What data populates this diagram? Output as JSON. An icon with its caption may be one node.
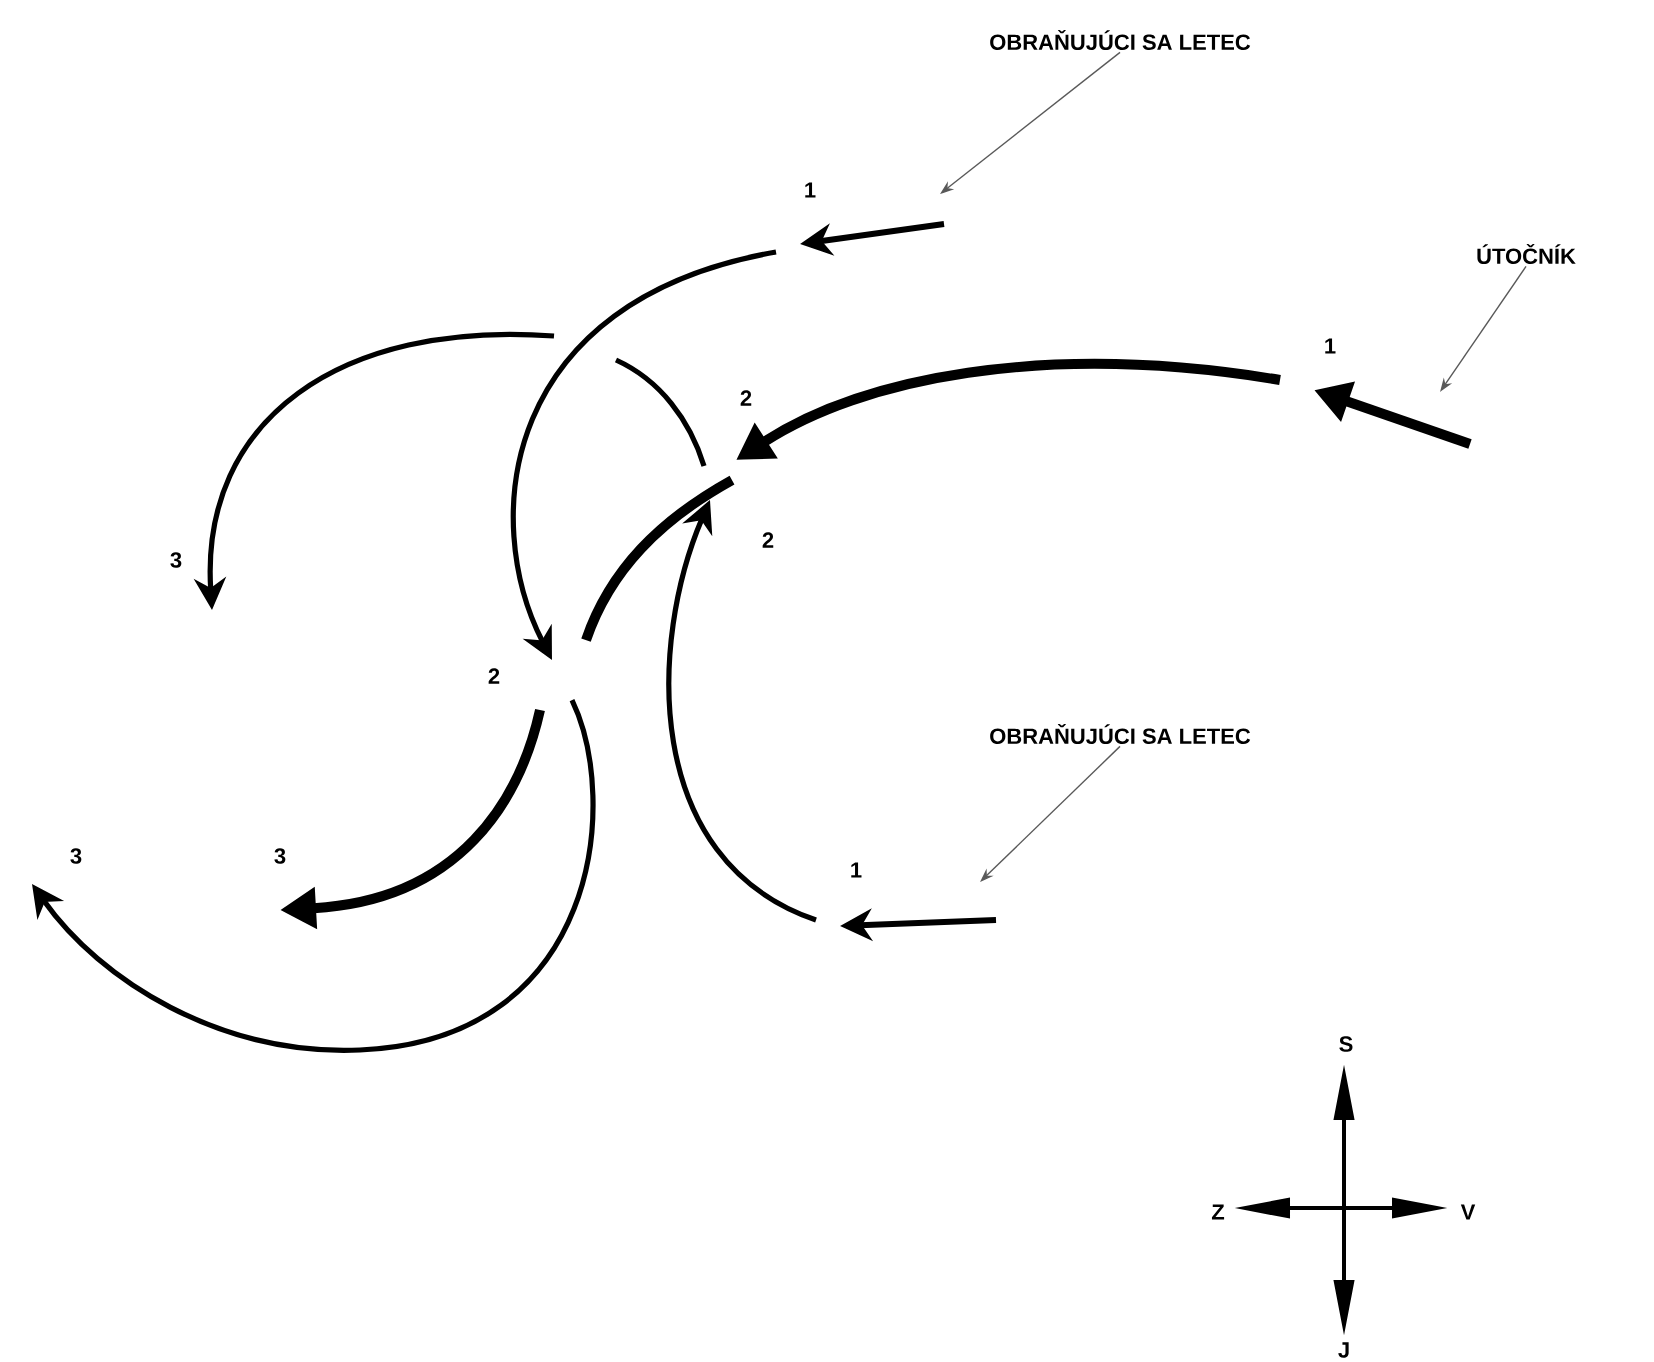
{
  "diagram": {
    "nodes": [
      {
        "text": [
          "OBRAŇUJÚCI SA LETEC"
        ]
      },
      {
        "text": [
          "ÚTOČNÍK"
        ]
      },
      {
        "text": [
          "OBRAŇUJÚCI SA LETEC"
        ]
      }
    ],
    "edges": [
      {
        "from": 0,
        "to": null,
        "arrow": "to"
      },
      {
        "from": 1,
        "to": null,
        "arrow": "to"
      },
      {
        "from": 2,
        "to": null,
        "arrow": "to"
      }
    ],
    "labels": [
      "1",
      "1",
      "2",
      "2",
      "2",
      "3",
      "3",
      "3",
      "1",
      "S",
      "Z",
      "V",
      "J"
    ]
  }
}
